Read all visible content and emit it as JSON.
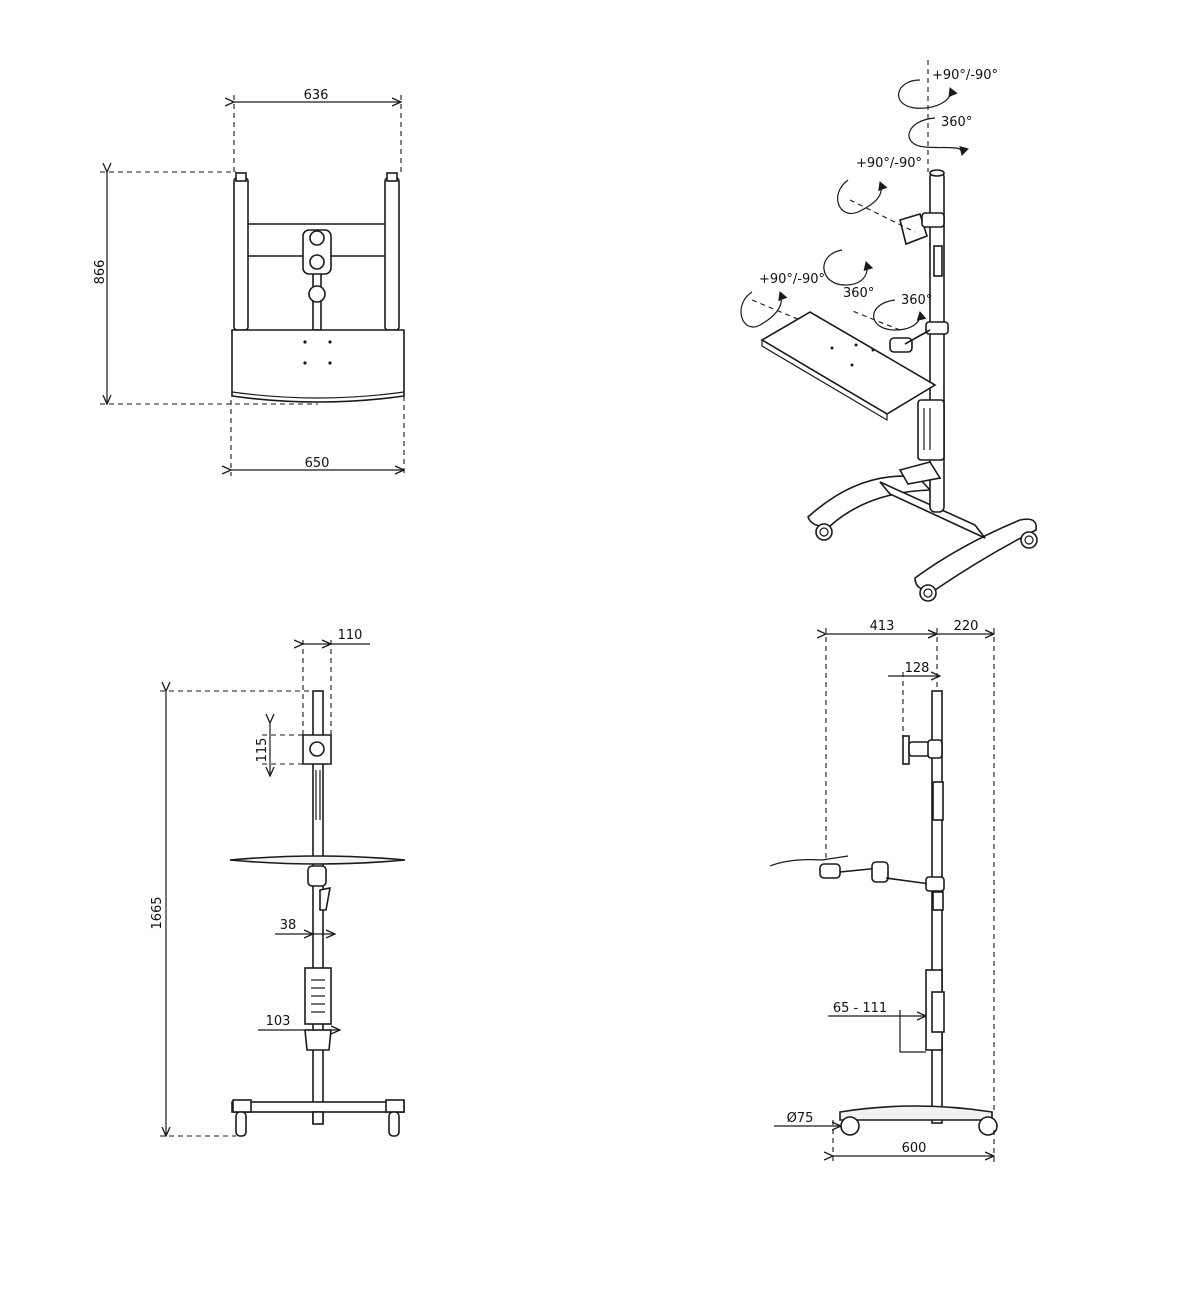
{
  "top_view": {
    "dim_top_width": "636",
    "dim_bottom_width": "650",
    "dim_depth": "866"
  },
  "iso_view": {
    "rot_top": "+90°/-90°",
    "rot_360_top": "360°",
    "rot_vesa": "+90°/-90°",
    "rot_tray": "+90°/-90°",
    "rot_360_tray": "360°",
    "rot_360_arm": "360°"
  },
  "front_view": {
    "dim_vesa_offset": "110",
    "dim_vesa": "115",
    "dim_height": "1665",
    "dim_pole": "38",
    "dim_holder": "103"
  },
  "side_view": {
    "dim_tray_reach": "413",
    "dim_rear": "220",
    "dim_mount": "128",
    "dim_cpu_range": "65 - 111",
    "dim_wheel": "Ø75",
    "dim_base": "600"
  }
}
